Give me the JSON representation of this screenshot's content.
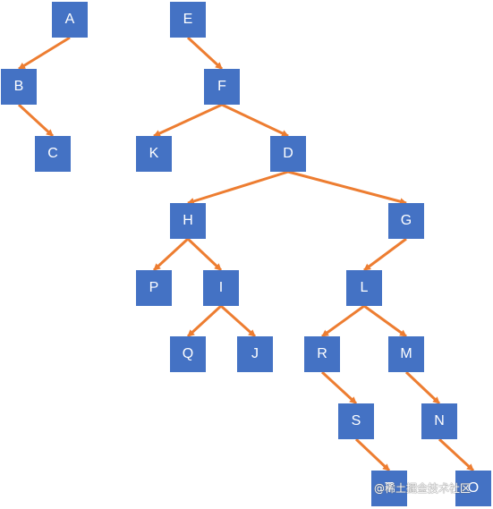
{
  "diagram": {
    "colors": {
      "node_fill": "#4472C4",
      "node_text": "#FFFFFF",
      "edge": "#ED7D31"
    },
    "nodes": {
      "A": "A",
      "B": "B",
      "C": "C",
      "E": "E",
      "F": "F",
      "K": "K",
      "D": "D",
      "H": "H",
      "G": "G",
      "P": "P",
      "I": "I",
      "Q": "Q",
      "J": "J",
      "L": "L",
      "R": "R",
      "M": "M",
      "S": "S",
      "N": "N",
      "T": "T",
      "O": "O"
    },
    "edges": [
      [
        "A",
        "B"
      ],
      [
        "B",
        "C"
      ],
      [
        "E",
        "F"
      ],
      [
        "F",
        "K"
      ],
      [
        "F",
        "D"
      ],
      [
        "D",
        "H"
      ],
      [
        "D",
        "G"
      ],
      [
        "H",
        "P"
      ],
      [
        "H",
        "I"
      ],
      [
        "I",
        "Q"
      ],
      [
        "I",
        "J"
      ],
      [
        "G",
        "L"
      ],
      [
        "L",
        "R"
      ],
      [
        "L",
        "M"
      ],
      [
        "R",
        "S"
      ],
      [
        "S",
        "T"
      ],
      [
        "M",
        "N"
      ],
      [
        "N",
        "O"
      ]
    ]
  },
  "watermark": "@稀土掘金技术社区"
}
